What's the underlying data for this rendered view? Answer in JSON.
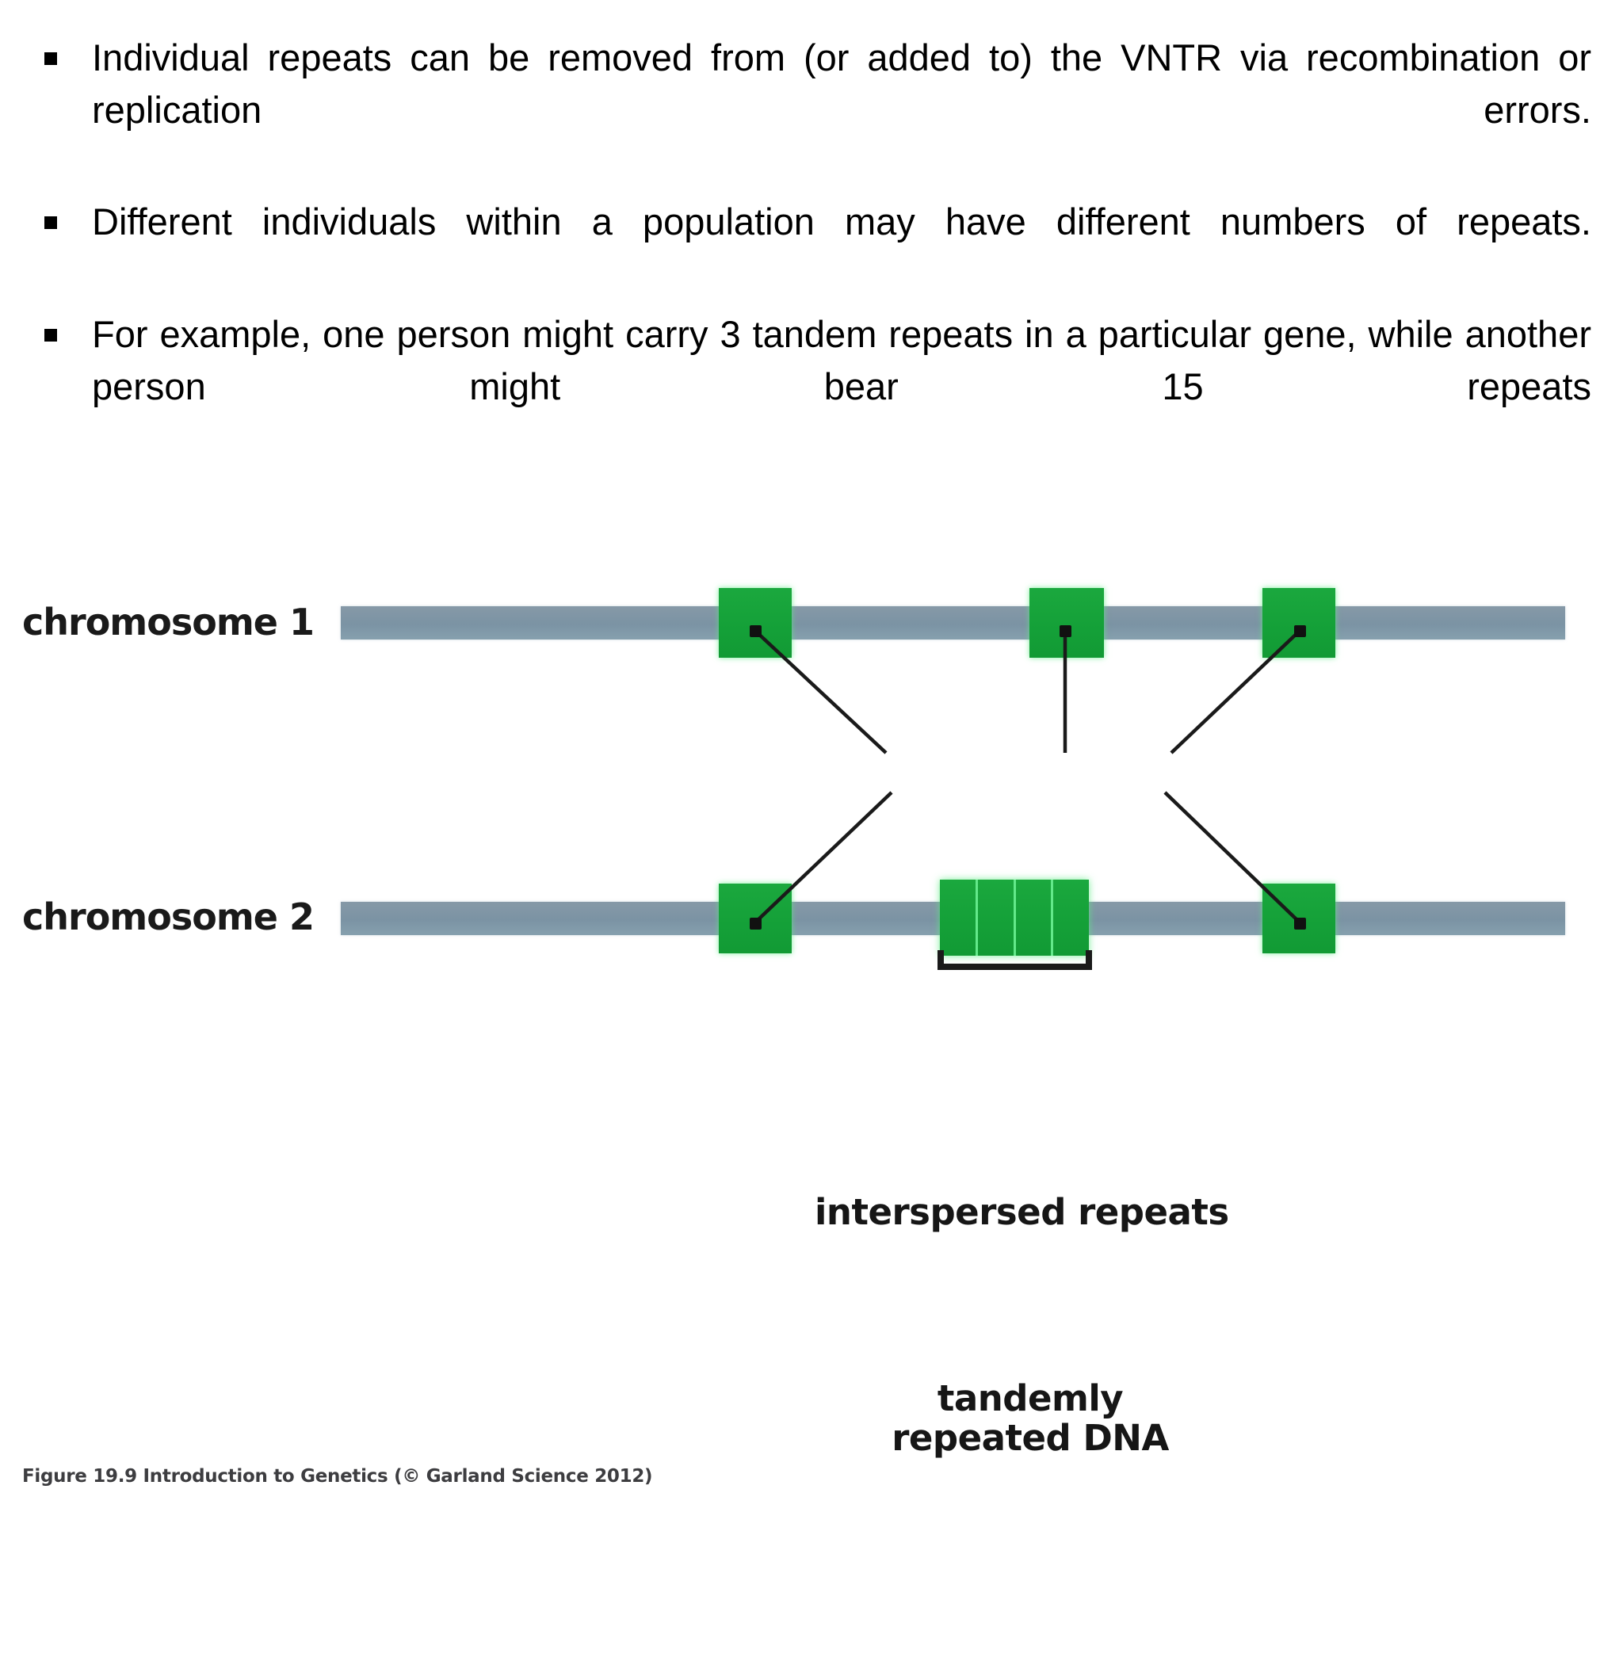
{
  "slide": {
    "bullets": [
      "Individual repeats can be removed from (or added to) the VNTR via recombination or replication errors.",
      "Different individuals within a population may have different numbers of repeats.",
      "For example, one person might carry 3 tandem repeats in a particular gene, while another person might bear 15 repeats"
    ]
  },
  "figure": {
    "chromosome1_label": "chromosome 1",
    "chromosome2_label": "chromosome 2",
    "interspersed_label": "interspersed repeats",
    "tandem_label": "tandemly repeated DNA",
    "caption": "Figure 19.9  Introduction to Genetics (© Garland Science 2012)",
    "colors": {
      "repeat_green": "#14a038",
      "chromosome_gray": "#7b93a4",
      "leader_line": "#1a1a1a",
      "segment_divider": "#63e98a"
    },
    "chromosome1_repeats": 3,
    "chromosome2_repeats": 2,
    "tandem_segment_count": 4
  }
}
